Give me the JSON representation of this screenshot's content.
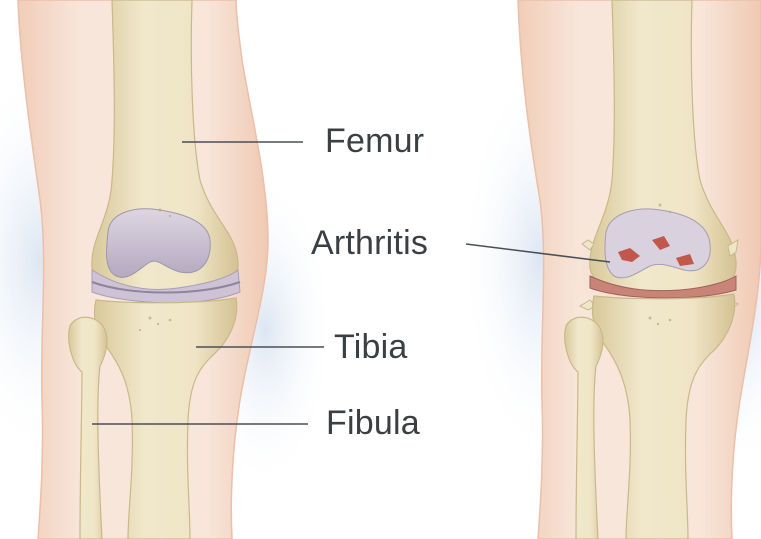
{
  "diagram": {
    "labels": {
      "femur": "Femur",
      "arthritis": "Arthritis",
      "tibia": "Tibia",
      "fibula": "Fibula"
    },
    "panels": [
      "healthy-knee",
      "arthritic-knee"
    ]
  },
  "colors": {
    "skin": "#f3d9c8",
    "skin_edge": "#e8b9a0",
    "bone": "#ede2c0",
    "bone_shadow": "#d6c79c",
    "cartilage": "#c9bfd0",
    "meniscus": "#b9b0c4",
    "inflamed": "#c46a5e",
    "leader": "#4a4f55",
    "shadow_blue": "#dde6f2"
  }
}
